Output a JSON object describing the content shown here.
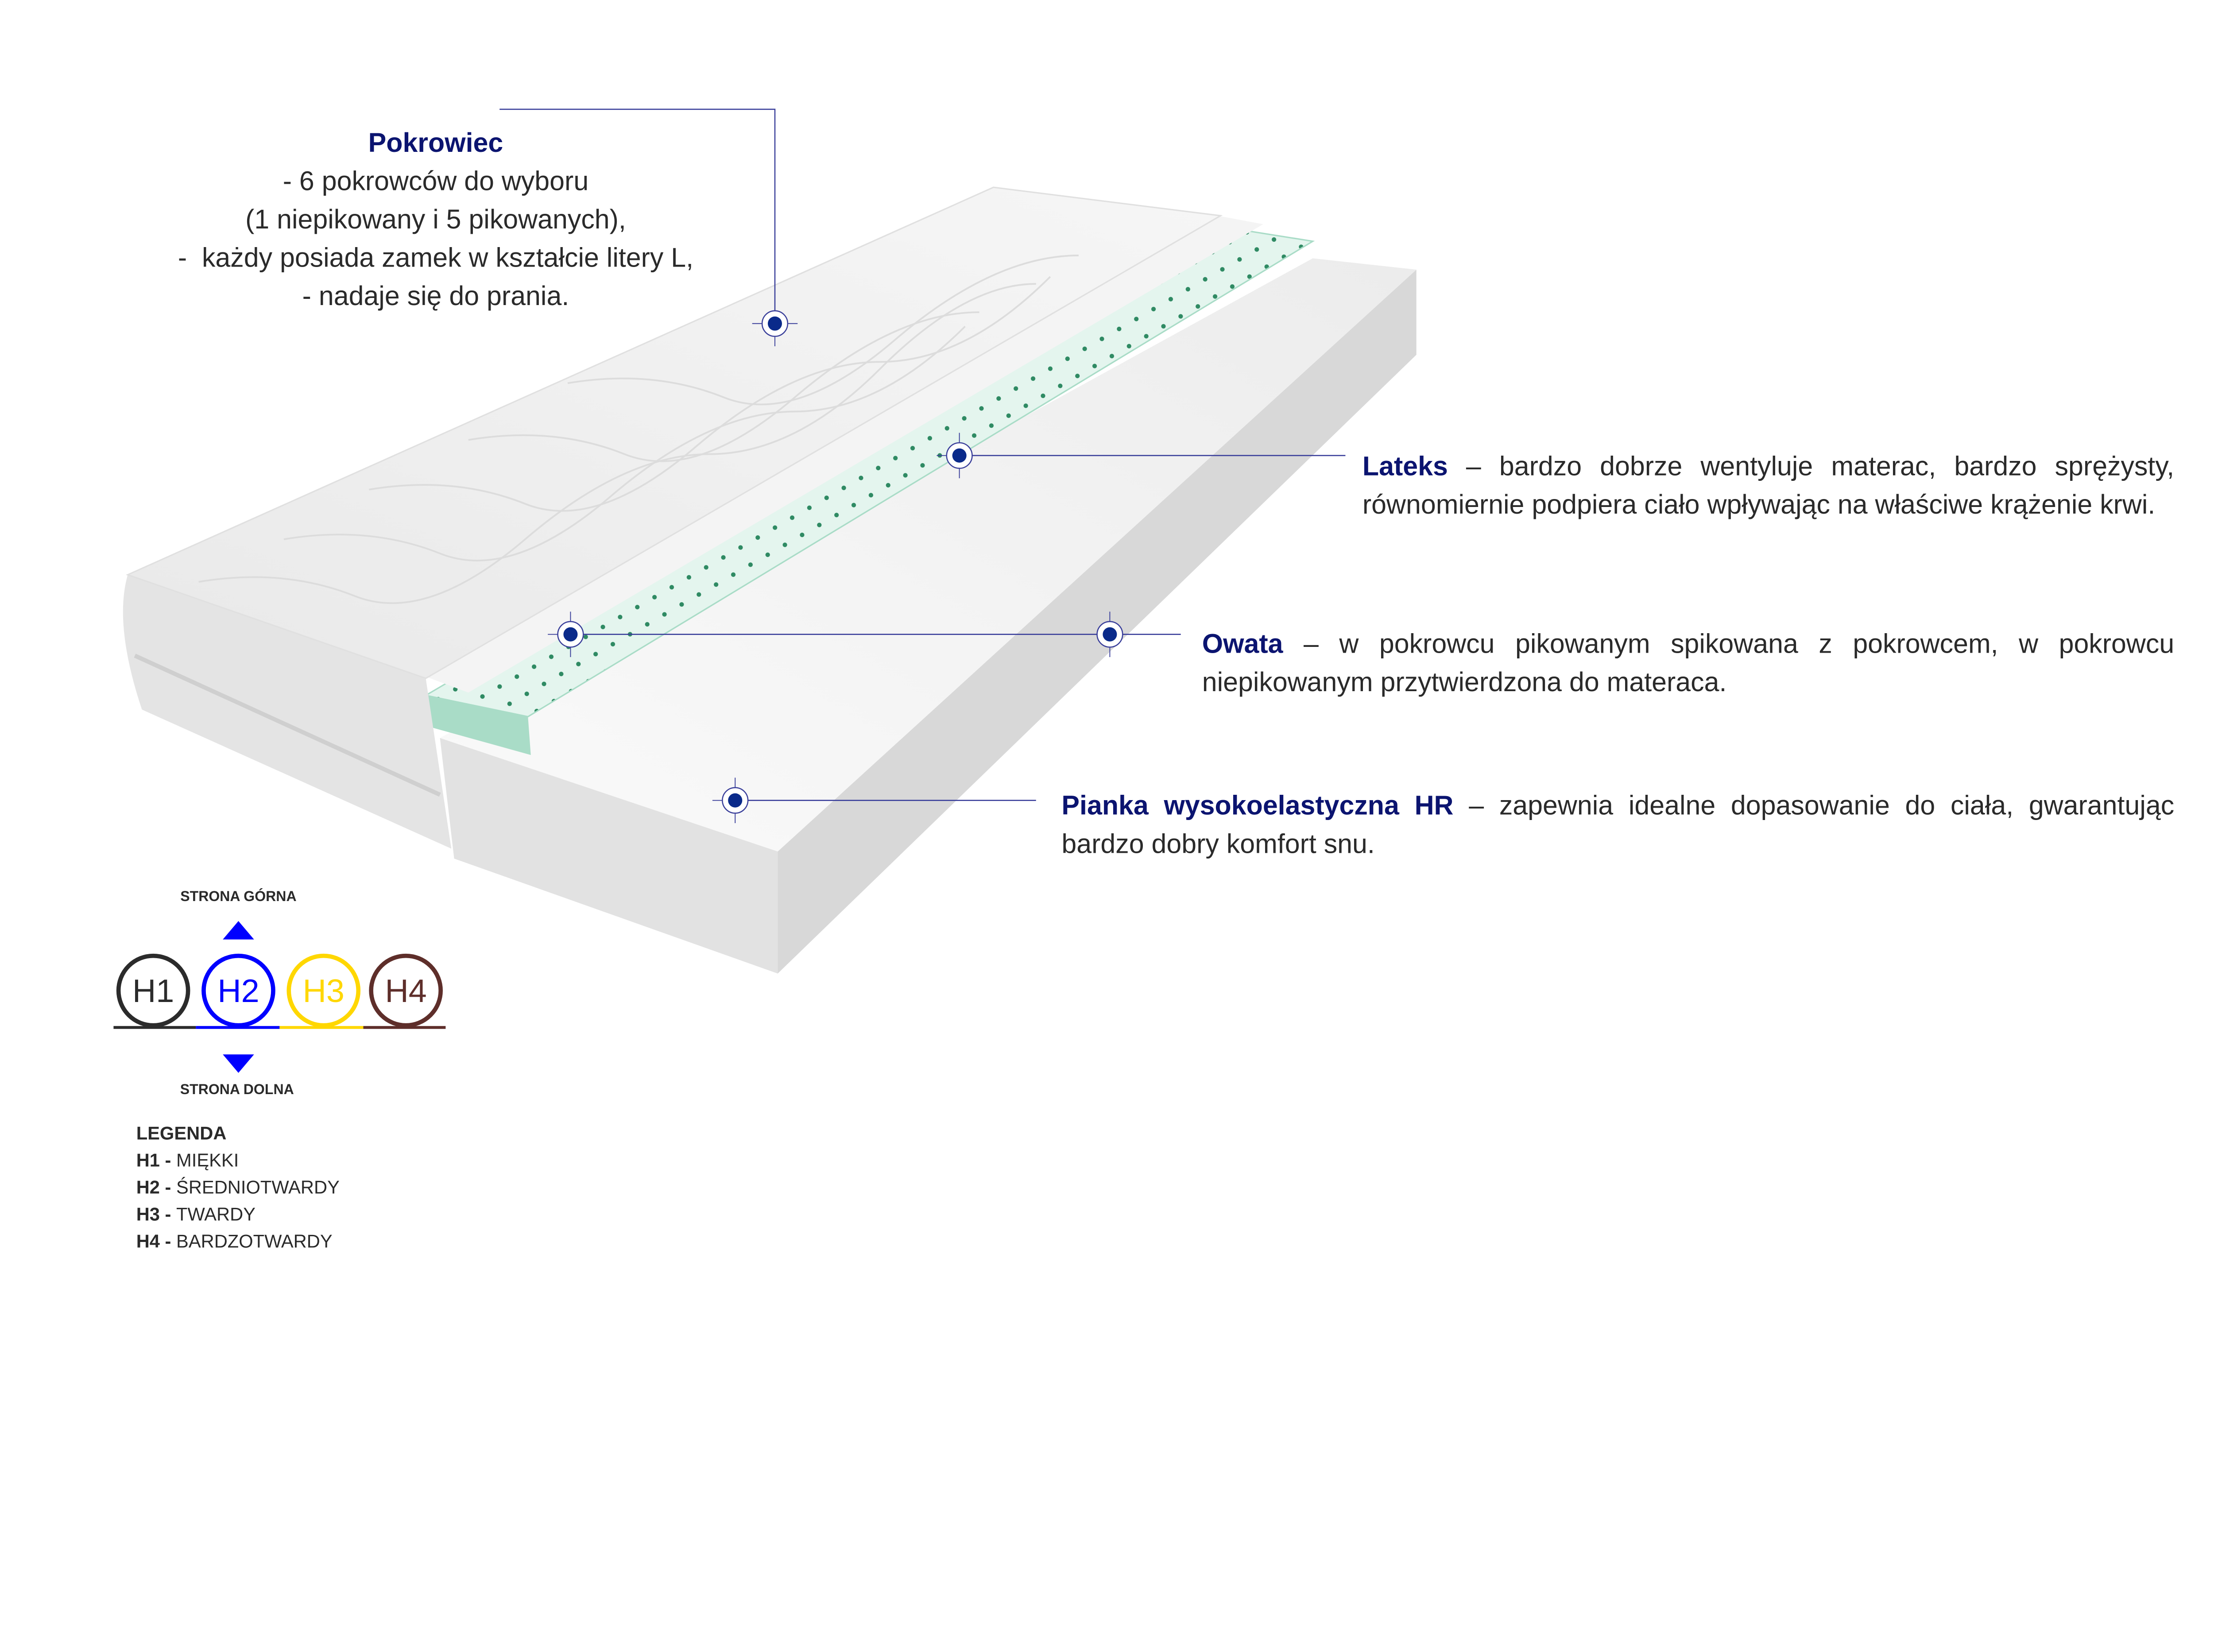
{
  "pokrowiec": {
    "title": "Pokrowiec",
    "lines": [
      "- 6 pokrowców do wyboru",
      "(1 niepikowany i 5 pikowanych),",
      "-  każdy posiada zamek w kształcie litery L,",
      "- nadaje się do prania."
    ]
  },
  "lateks": {
    "title": "Lateks",
    "text": " – bardzo dobrze wentyluje materac, bardzo sprężysty, równomiernie podpiera ciało wpływając na właściwe krążenie krwi."
  },
  "owata": {
    "title": "Owata",
    "text": " – w pokrowcu pikowanym spikowana z pokrowcem, w pokrowcu niepikowanym przytwierdzona do materaca."
  },
  "pianka": {
    "title": "Pianka wysokoelastyczna HR",
    "text": " – zapewnia idealne dopasowanie do ciała, gwarantując bardzo dobry komfort snu."
  },
  "hardness": {
    "top_label": "STRONA GÓRNA",
    "bottom_label": "STRONA DOLNA",
    "levels": [
      {
        "code": "H1",
        "color": "#2b2b2b"
      },
      {
        "code": "H2",
        "color": "#0000ff"
      },
      {
        "code": "H3",
        "color": "#ffd700"
      },
      {
        "code": "H4",
        "color": "#5e2e2a"
      }
    ],
    "arrow_color": "#0000ff"
  },
  "legend": {
    "title": "LEGENDA",
    "items": [
      {
        "code": "H1",
        "sep": " - ",
        "label": "MIĘKKI"
      },
      {
        "code": "H2",
        "sep": " - ",
        "label": "ŚREDNIOTWARDY"
      },
      {
        "code": "H3",
        "sep": " - ",
        "label": "TWARDY"
      },
      {
        "code": "H4",
        "sep": " - ",
        "label": "BARDZOTWARDY"
      }
    ]
  },
  "colors": {
    "accent": "#0b1470",
    "marker": "#0a2a8a",
    "latex": "#bfe8d8"
  }
}
